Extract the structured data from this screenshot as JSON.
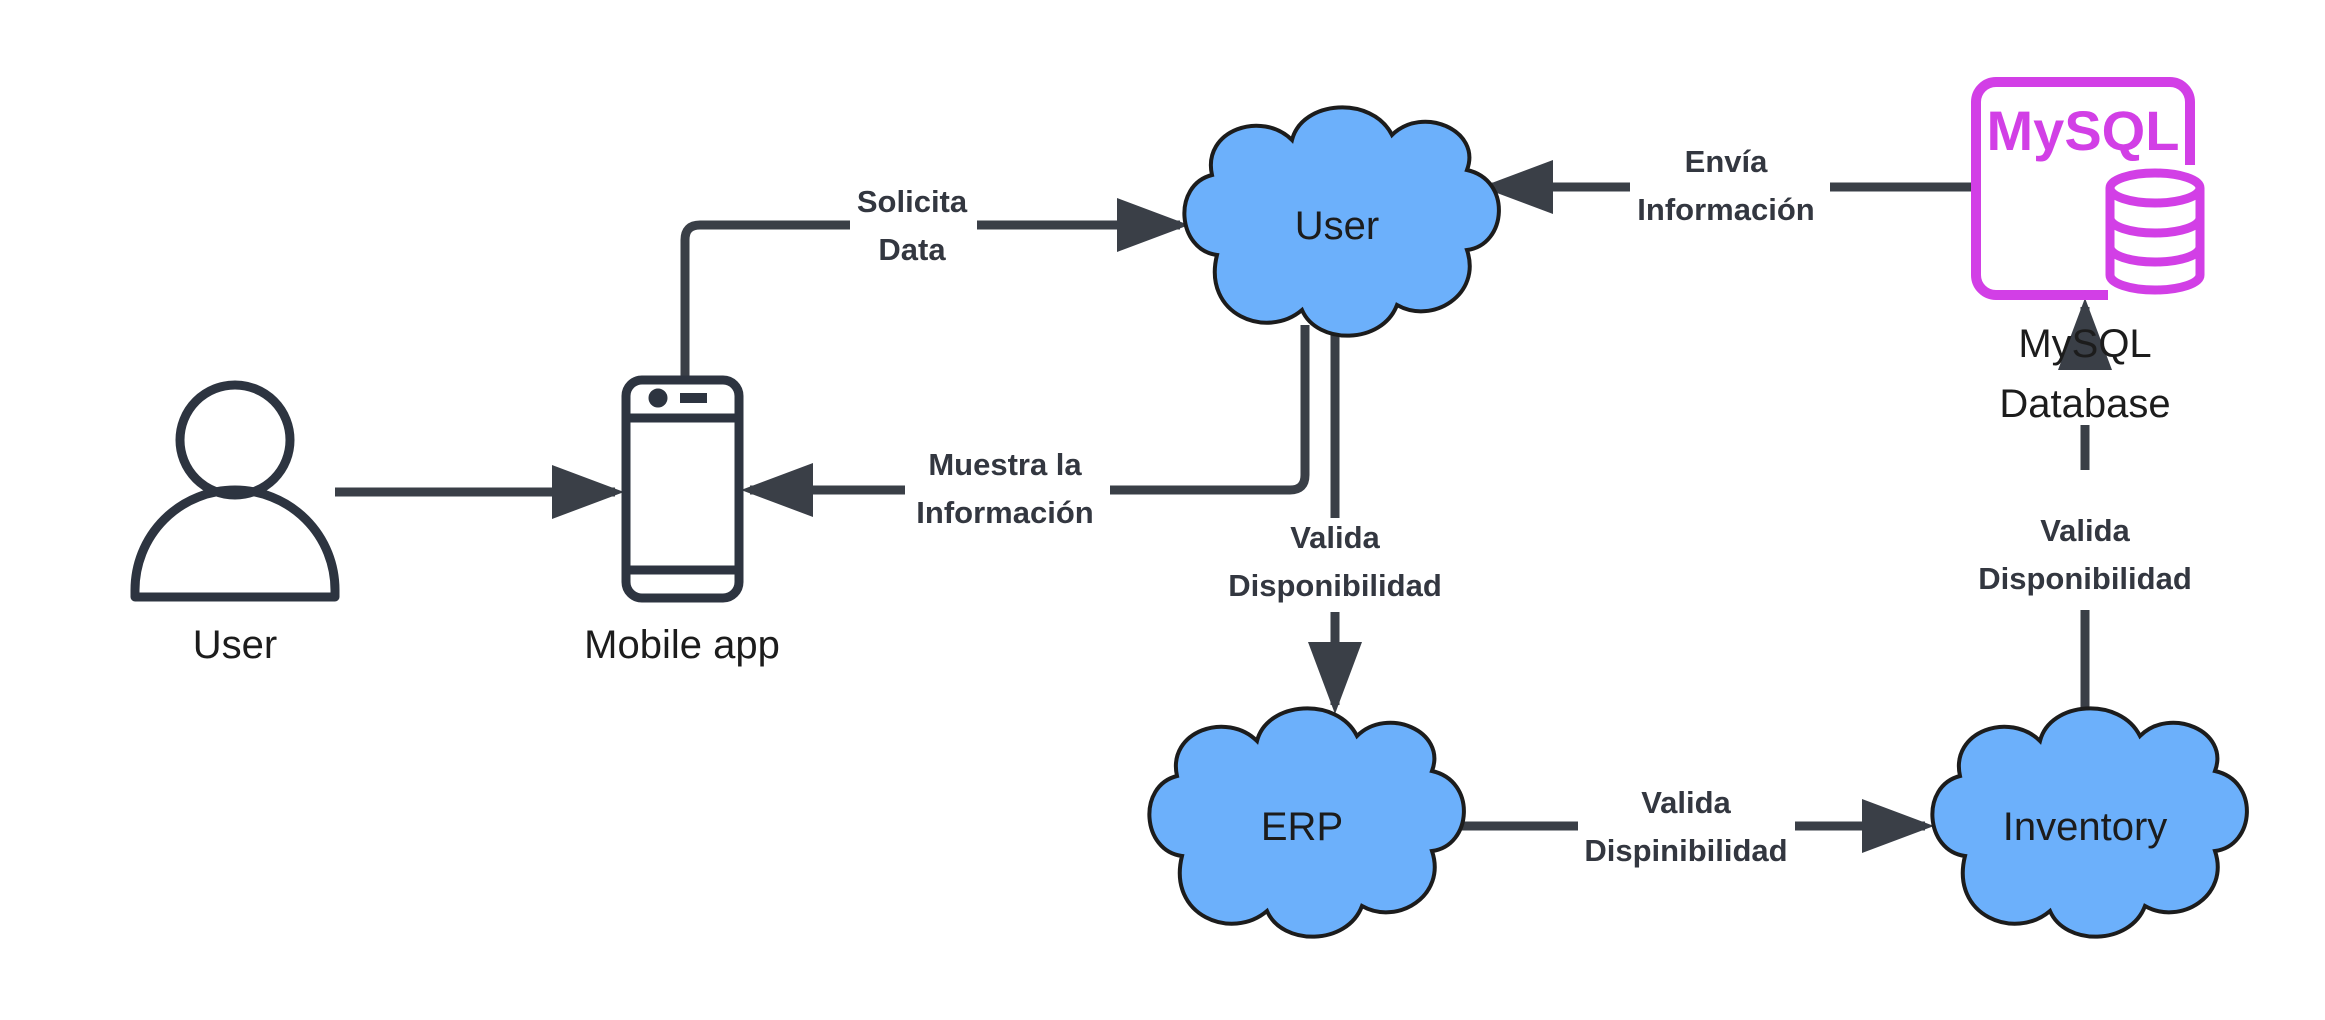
{
  "colors": {
    "line": "#3a3f47",
    "cloud_fill": "#6cb0fb",
    "cloud_stroke": "#1c1c1c",
    "mysql": "#d23fe6",
    "background": "#ffffff"
  },
  "nodes": {
    "user_person": {
      "label": "User",
      "icon": "person-icon"
    },
    "mobile_app": {
      "label": "Mobile app",
      "icon": "mobile-phone-icon"
    },
    "user_cloud": {
      "label": "User"
    },
    "erp_cloud": {
      "label": "ERP"
    },
    "inventory_cloud": {
      "label": "Inventory"
    },
    "mysql_db": {
      "logo_text": "MySQL",
      "label_line1": "MySQL",
      "label_line2": "Database",
      "icon": "database-icon"
    }
  },
  "edges": {
    "solicita": {
      "line1": "Solicita",
      "line2": "Data"
    },
    "muestra": {
      "line1": "Muestra la",
      "line2": "Información"
    },
    "envia": {
      "line1": "Envía",
      "line2": "Información"
    },
    "valida_erp": {
      "line1": "Valida",
      "line2": "Disponibilidad"
    },
    "valida_inventory": {
      "line1": "Valida",
      "line2": "Dispinibilidad"
    },
    "valida_mysql": {
      "line1": "Valida",
      "line2": "Disponibilidad"
    }
  }
}
